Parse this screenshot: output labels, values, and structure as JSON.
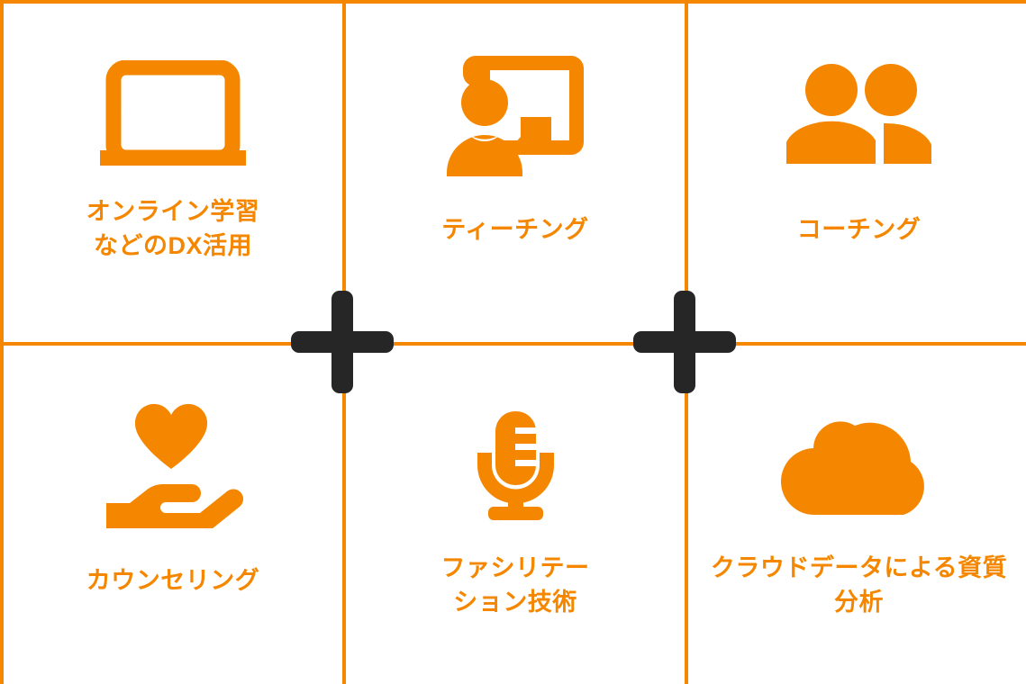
{
  "theme": {
    "accent": "#F58700",
    "plus_color": "#262626",
    "background": "#FFFFFF"
  },
  "layout": {
    "columns": 3,
    "rows": 2,
    "operator_symbol": "+",
    "operator_count": 2
  },
  "cells": [
    {
      "icon": "laptop-icon",
      "label": "オンライン学習\nなどのDX活用",
      "lines": 2
    },
    {
      "icon": "teaching-presentation-icon",
      "label": "ティーチング",
      "lines": 1
    },
    {
      "icon": "two-people-icon",
      "label": "コーチング",
      "lines": 1
    },
    {
      "icon": "heart-in-hand-icon",
      "label": "カウンセリング",
      "lines": 1
    },
    {
      "icon": "microphone-icon",
      "label": "ファシリテー\nション技術",
      "lines": 2
    },
    {
      "icon": "cloud-icon",
      "label": "クラウドデータによる資質\n分析",
      "lines": 2
    }
  ],
  "operators": [
    {
      "symbol": "+",
      "name": "plus-operator-1"
    },
    {
      "symbol": "+",
      "name": "plus-operator-2"
    }
  ]
}
